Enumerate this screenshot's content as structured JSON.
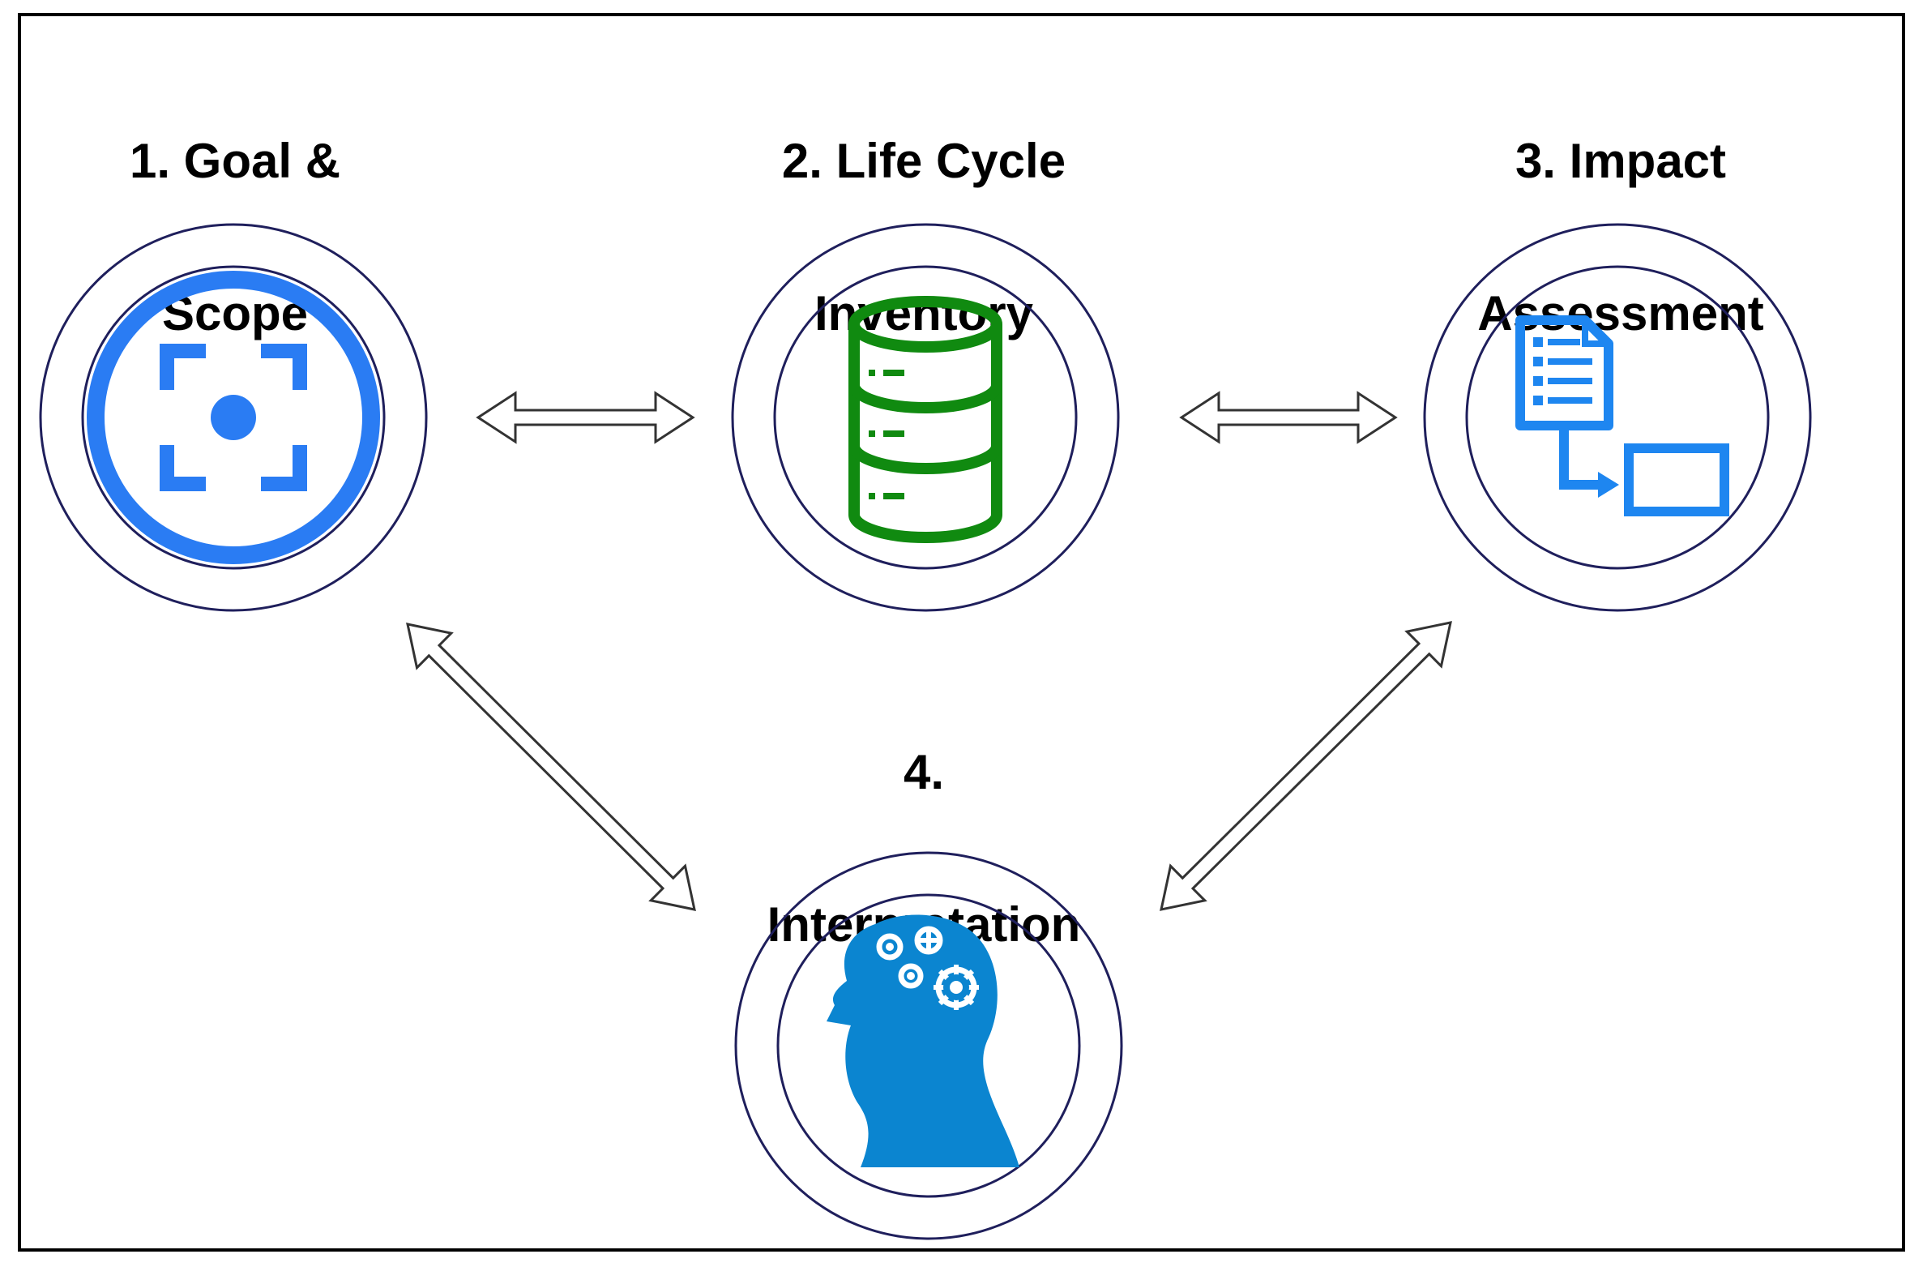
{
  "colors": {
    "border": "#000000",
    "ring": "#1f1f5c",
    "goal": "#2a7cf3",
    "inventory": "#108a10",
    "impact": "#1e86f0",
    "interpretation": "#0b85d0",
    "arrow_fill": "#ffffff",
    "arrow_stroke": "#333333"
  },
  "stages": [
    {
      "lines": [
        "1. Goal &",
        "Scope"
      ],
      "icon": "target-focus-icon"
    },
    {
      "lines": [
        "2. Life Cycle",
        "Inventory"
      ],
      "icon": "database-icon"
    },
    {
      "lines": [
        "3. Impact",
        "Assessment"
      ],
      "icon": "document-flow-icon"
    },
    {
      "lines": [
        "4.",
        "Interpretation"
      ],
      "icon": "head-gears-icon"
    }
  ],
  "connections": [
    {
      "from": "1. Goal & Scope",
      "to": "2. Life Cycle Inventory",
      "direction": "bidirectional"
    },
    {
      "from": "2. Life Cycle Inventory",
      "to": "3. Impact Assessment",
      "direction": "bidirectional"
    },
    {
      "from": "1. Goal & Scope",
      "to": "4. Interpretation",
      "direction": "bidirectional"
    },
    {
      "from": "3. Impact Assessment",
      "to": "4. Interpretation",
      "direction": "bidirectional"
    }
  ]
}
